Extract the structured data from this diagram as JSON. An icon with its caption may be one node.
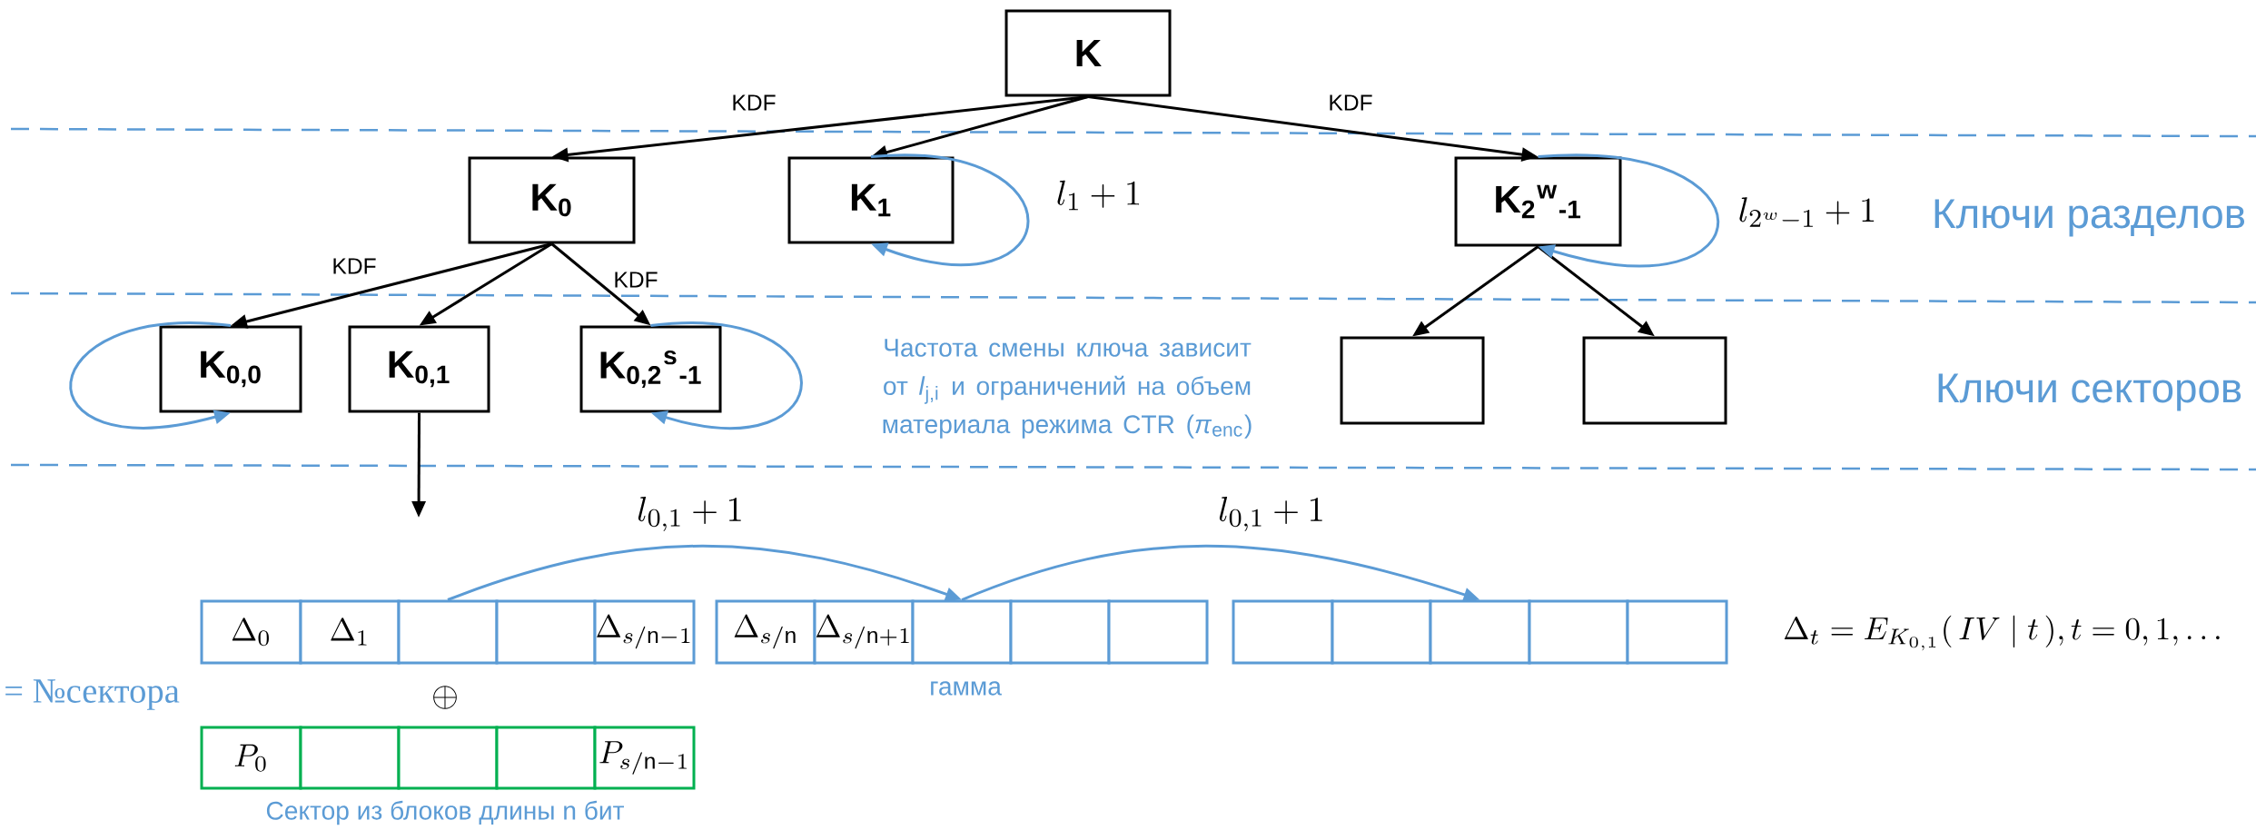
{
  "diagram": {
    "nodes": [
      {
        "text": [
          "K"
        ]
      },
      {
        "text": [
          "K$_{0}$"
        ]
      },
      {
        "text": [
          "K$_{1}$"
        ]
      },
      {
        "text": [
          "K$_{2}$$^{w}$$_{-1}$"
        ]
      },
      {
        "text": [
          "K$_{0,0}$"
        ]
      },
      {
        "text": [
          "K$_{0,1}$"
        ]
      },
      {
        "text": [
          "K$_{0,2}$$^{s}$$_{-1}$"
        ]
      },
      {
        "text": [],
        "shape": "box"
      },
      {
        "text": [],
        "shape": "box"
      },
      {
        "text": [
          "\\Delta_0"
        ]
      },
      {
        "text": [
          "\\Delta_1"
        ]
      },
      {
        "text": [],
        "shape": "box"
      },
      {
        "text": [],
        "shape": "box"
      },
      {
        "text": [
          "\\Delta_{s/\\mathrm{n}-1}"
        ]
      },
      {
        "text": [
          "\\Delta_{s/\\mathrm{n}}"
        ]
      },
      {
        "text": [
          "\\Delta_{s/\\mathrm{n}+1}"
        ]
      },
      {
        "text": [],
        "shape": "box"
      },
      {
        "text": [],
        "shape": "box"
      },
      {
        "text": [],
        "shape": "box"
      },
      {
        "text": [],
        "shape": "box"
      },
      {
        "text": [],
        "shape": "box"
      },
      {
        "text": [],
        "shape": "box"
      },
      {
        "text": [],
        "shape": "box"
      },
      {
        "text": [],
        "shape": "box"
      },
      {
        "text": [
          "P_0"
        ]
      },
      {
        "text": [],
        "shape": "box"
      },
      {
        "text": [],
        "shape": "box"
      },
      {
        "text": [],
        "shape": "box"
      },
      {
        "text": [
          "P_{s/\\mathrm{n}-1}"
        ]
      }
    ],
    "edges": [
      {
        "from": 0,
        "to": 1,
        "arrow": "to",
        "label": "KDF"
      },
      {
        "from": 0,
        "to": 2,
        "arrow": "to"
      },
      {
        "from": 0,
        "to": 3,
        "arrow": "to",
        "label": "KDF"
      },
      {
        "from": 1,
        "to": 4,
        "arrow": "to",
        "label": "KDF"
      },
      {
        "from": 1,
        "to": 5,
        "arrow": "to"
      },
      {
        "from": 1,
        "to": 6,
        "arrow": "to",
        "label": "KDF"
      },
      {
        "from": 3,
        "to": 7,
        "arrow": "to"
      },
      {
        "from": 3,
        "to": 8,
        "arrow": "to"
      },
      {
        "from": 2,
        "to": 2,
        "arrow": "to",
        "label": "l_1 + 1",
        "color": "#5b9bd5"
      },
      {
        "from": 3,
        "to": 3,
        "arrow": "to",
        "label": "l_{2^w-1} + 1",
        "color": "#5b9bd5"
      },
      {
        "from": 4,
        "to": 4,
        "arrow": "to",
        "color": "#5b9bd5"
      },
      {
        "from": 6,
        "to": 6,
        "arrow": "to",
        "color": "#5b9bd5"
      },
      {
        "from": 5,
        "to": null,
        "arrow": "to"
      },
      {
        "from": 11,
        "to": 16,
        "arrow": "to",
        "label": "l_{0,1} + 1",
        "color": "#5b9bd5"
      },
      {
        "from": 16,
        "to": 21,
        "arrow": "to",
        "label": "l_{0,1} + 1",
        "color": "#5b9bd5"
      }
    ],
    "labels": [
      "Ключи разделов",
      "Частота смены ключа зависит от *l*$_{j,i}$ и ограничений на объем материала режима CTR (*π*$_{enc}$)",
      "Ключи секторов",
      "\\Delta_t = E_{K_{0,1}}(\\,IV \\mid t\\,), t = 0,1,\\ldots",
      "= №сектора",
      "\\oplus",
      "гамма",
      "Сектор из блоков длины n бит"
    ]
  }
}
